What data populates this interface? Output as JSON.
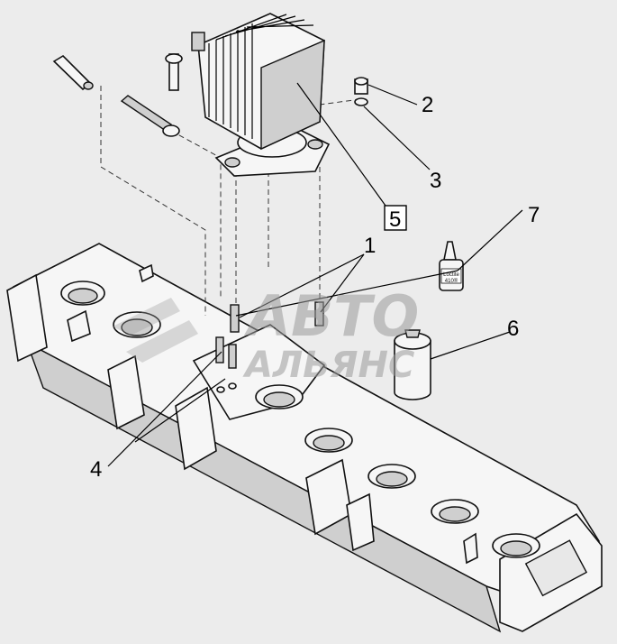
{
  "callouts": [
    {
      "id": "1",
      "label": "1"
    },
    {
      "id": "2",
      "label": "2"
    },
    {
      "id": "3",
      "label": "3"
    },
    {
      "id": "4",
      "label": "4"
    },
    {
      "id": "5",
      "label": "5",
      "boxed": true
    },
    {
      "id": "6",
      "label": "6"
    },
    {
      "id": "7",
      "label": "7"
    }
  ],
  "watermark": {
    "line1": "АВТО",
    "line2": "АЛЬЯНС",
    "color": "#9a9a9a"
  },
  "bottle_label": {
    "brand": "Loctite",
    "code": "410®"
  }
}
